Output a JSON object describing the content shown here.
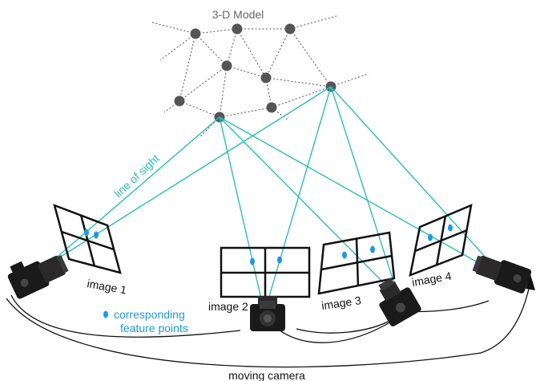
{
  "model_title": "3-D Model",
  "line_of_sight_label": "line of sight",
  "image_labels": [
    "image 1",
    "image 2",
    "image 3",
    "image 4"
  ],
  "legend": {
    "line1": "corresponding",
    "line2": "feature points"
  },
  "motion_label": "moving camera",
  "colors": {
    "sight_line": "#2bbfb4",
    "feature_point": "#1d9ae0",
    "node": "#555555",
    "frame": "#111111",
    "legend_text": "#1d9ae0",
    "sight_text": "#2bbfb4"
  }
}
